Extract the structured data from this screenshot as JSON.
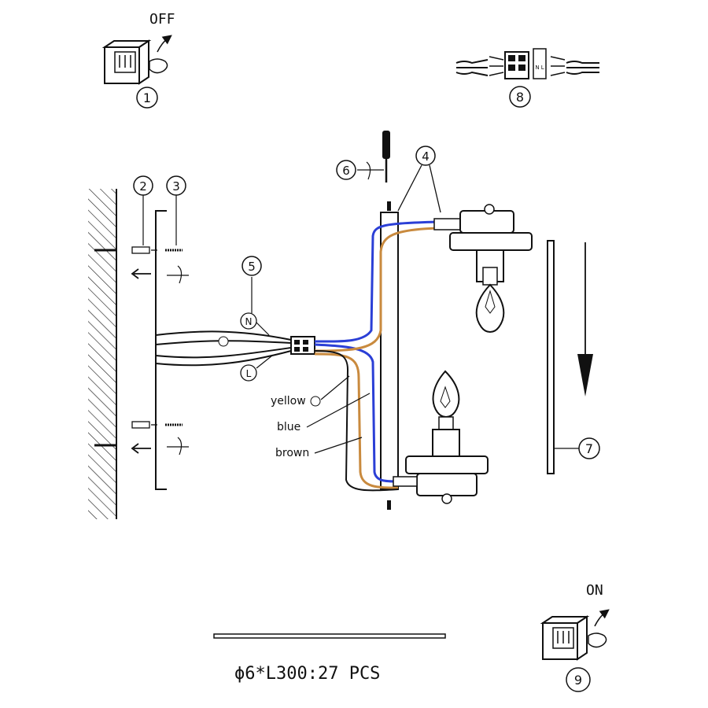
{
  "switch_off": {
    "label": "OFF",
    "step": "1"
  },
  "switch_on": {
    "label": "ON",
    "step": "9"
  },
  "connector": {
    "step": "8",
    "terminal_letters": "N  L"
  },
  "steps": {
    "s2": "2",
    "s3": "3",
    "s4": "4",
    "s5": "5",
    "s6": "6",
    "s7": "7"
  },
  "terminals": {
    "neutral": "N",
    "live": "L"
  },
  "wire_labels": {
    "yellow": "yellow",
    "blue": "blue",
    "brown": "brown"
  },
  "rod_caption": "ϕ6*L300:27 PCS",
  "colors": {
    "blue": "#2b3fd6",
    "brown": "#c98a3e",
    "black": "#111111"
  }
}
